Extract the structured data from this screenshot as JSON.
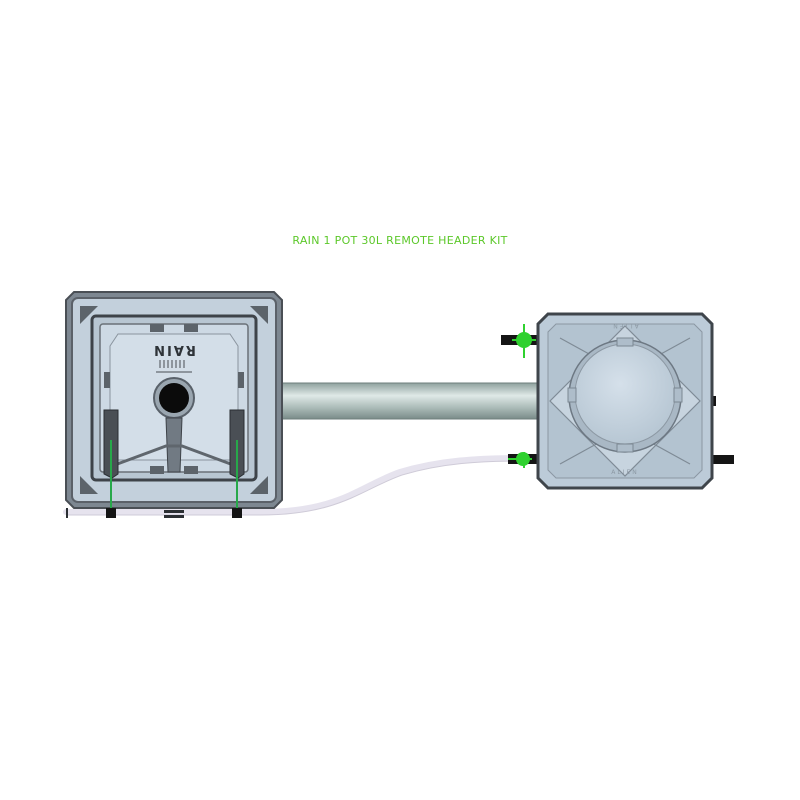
{
  "title": "RAIN 1 POT 30L REMOTE HEADER KIT",
  "pot": {
    "logo": "RAIN"
  },
  "header_tank": {
    "logo_top": "ALIEN",
    "logo_bottom": "ALIEN"
  },
  "colors": {
    "title": "#5cc82a",
    "body": "#c6d3de",
    "frame": "#555a5f",
    "pipe": "#a7b7b4",
    "tube": "#e6e3ee",
    "fitting": "#2fd12f"
  }
}
